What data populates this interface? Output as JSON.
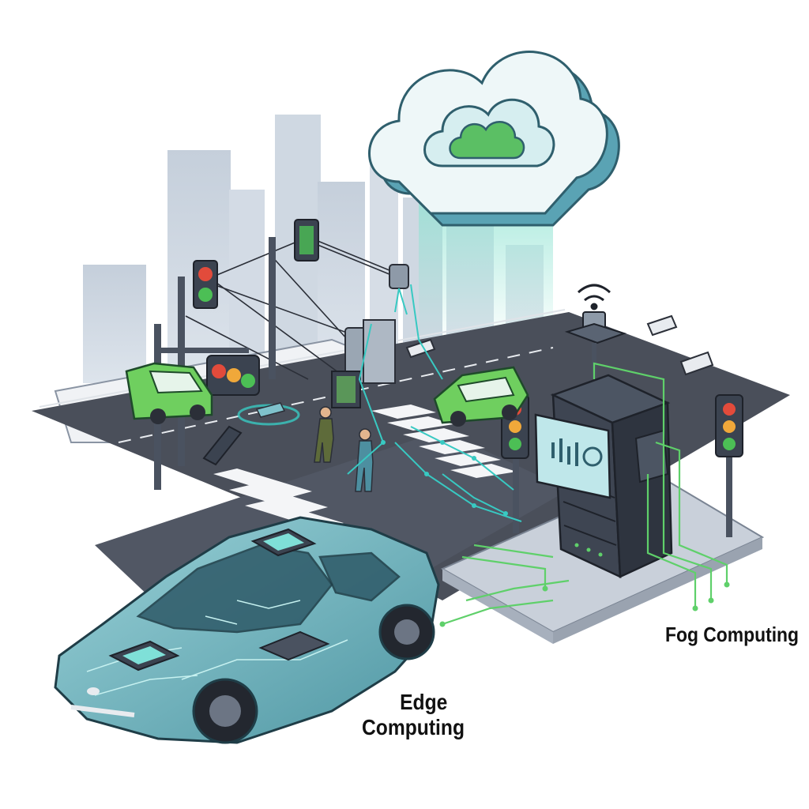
{
  "labels": {
    "fog_computing": "Fog Computing",
    "edge_line1": "Edge",
    "edge_line2": "Computing"
  },
  "icons": [
    "cloud-icon",
    "wifi-signal-icon",
    "traffic-light-icon",
    "security-camera-icon",
    "server-rack-icon",
    "dashboard-monitor-icon",
    "microchip-icon",
    "pedestrian-icon",
    "drone-icon",
    "sensor-icon"
  ],
  "colors": {
    "cloud_fill": "#eef7f8",
    "cloud_stroke": "#2f5f6d",
    "cloud_accent": "#5bbf64",
    "beam": "#8fe3d2",
    "road": "#4a4f5a",
    "car_body": "#7fc2cc",
    "circuit": "#c6f1f0",
    "server": "#3e4552",
    "fog_lines": "#5fd06a",
    "edge_lines": "#38c9c2",
    "signal_red": "#e24b3b",
    "signal_amber": "#f0a83a",
    "signal_green": "#4cbf55",
    "vehicle_green": "#6fcf5f",
    "building": "#c5cfdb"
  }
}
